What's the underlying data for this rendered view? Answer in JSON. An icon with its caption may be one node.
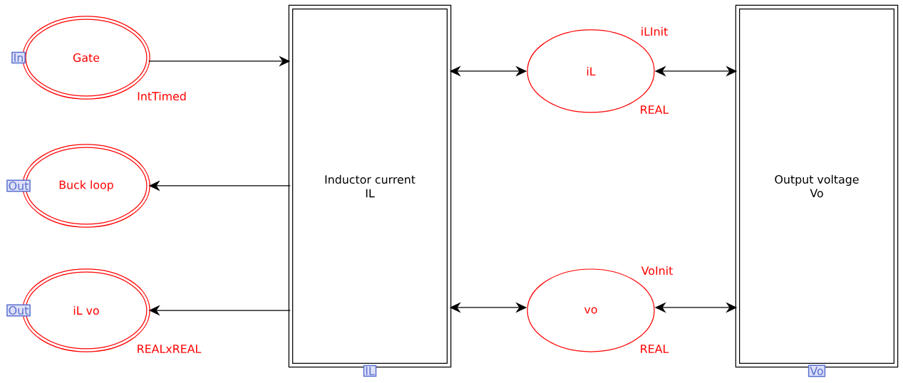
{
  "diagram": {
    "nodes": [
      {
        "text": [
          "Gate"
        ],
        "beside": [
          "In",
          "IntTimed"
        ]
      },
      {
        "text": [
          "Buck loop"
        ],
        "beside": [
          "Out"
        ]
      },
      {
        "text": [
          "iL vo"
        ],
        "beside": [
          "Out",
          "REALxREAL"
        ]
      },
      {
        "text": [
          "Inductor current",
          "IL"
        ],
        "beside": [
          "IL"
        ]
      },
      {
        "text": [
          "iL"
        ],
        "beside": [
          "iLInit",
          "REAL"
        ]
      },
      {
        "text": [
          "vo"
        ],
        "beside": [
          "VoInit",
          "REAL"
        ]
      },
      {
        "text": [
          "Output voltage",
          "Vo"
        ],
        "beside": [
          "Vo"
        ]
      }
    ],
    "edges": [
      {
        "from": 0,
        "to": 3,
        "arrow": "to"
      },
      {
        "from": 3,
        "to": 1,
        "arrow": "to"
      },
      {
        "from": 3,
        "to": 2,
        "arrow": "to"
      },
      {
        "from": 3,
        "to": 4,
        "arrow": "both"
      },
      {
        "from": 4,
        "to": 6,
        "arrow": "both"
      },
      {
        "from": 3,
        "to": 5,
        "arrow": "both"
      },
      {
        "from": 5,
        "to": 6,
        "arrow": "both"
      }
    ]
  }
}
